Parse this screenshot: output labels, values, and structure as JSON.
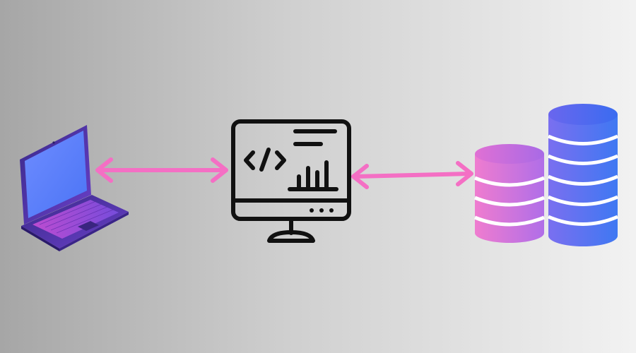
{
  "diagram": {
    "nodes": [
      {
        "id": "client",
        "icon": "laptop-icon"
      },
      {
        "id": "server",
        "icon": "code-monitor-icon"
      },
      {
        "id": "database",
        "icon": "database-stack-icon"
      }
    ],
    "edges": [
      {
        "from": "client",
        "to": "server",
        "direction": "bidirectional"
      },
      {
        "from": "server",
        "to": "database",
        "direction": "bidirectional"
      }
    ]
  },
  "colors": {
    "background_left": "#a6a6a6",
    "background_right": "#f2f2f2",
    "arrow": "#f46fc4",
    "icon_stroke": "#111111",
    "laptop_body": "#4b2fa0",
    "laptop_screen": "#5d86ff",
    "db_pink": "#e879d4",
    "db_blue": "#5a78f0"
  }
}
